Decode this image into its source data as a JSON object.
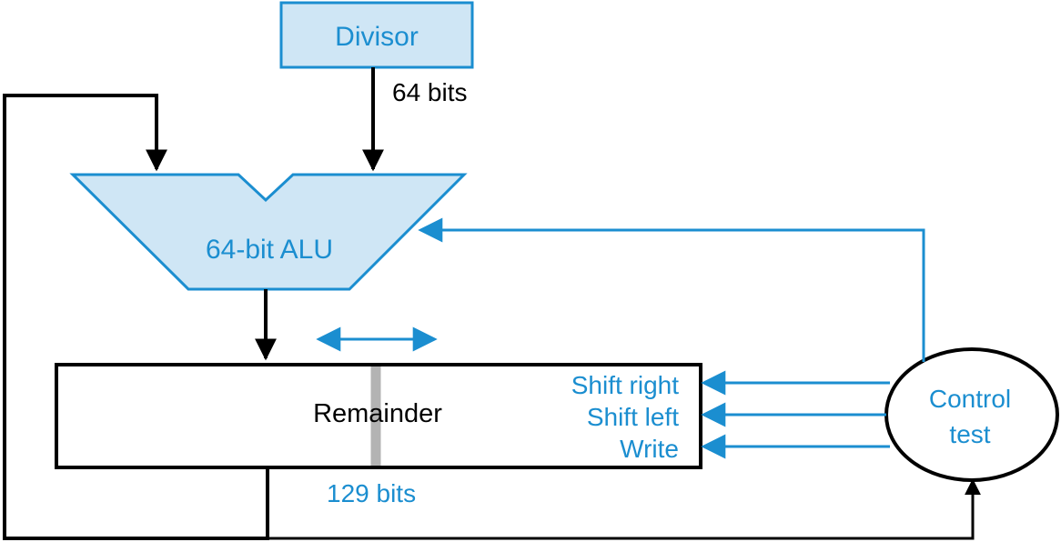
{
  "colors": {
    "accent": "#1b8ed0",
    "box_fill": "#cfe6f5",
    "line": "#000000",
    "separator": "#b3b3b3"
  },
  "divisor": {
    "label": "Divisor",
    "width_label": "64 bits"
  },
  "alu": {
    "label": "64-bit ALU"
  },
  "remainder": {
    "label": "Remainder",
    "width_label": "129 bits",
    "controls": [
      "Shift right",
      "Shift left",
      "Write"
    ]
  },
  "control": {
    "line1": "Control",
    "line2": "test"
  }
}
